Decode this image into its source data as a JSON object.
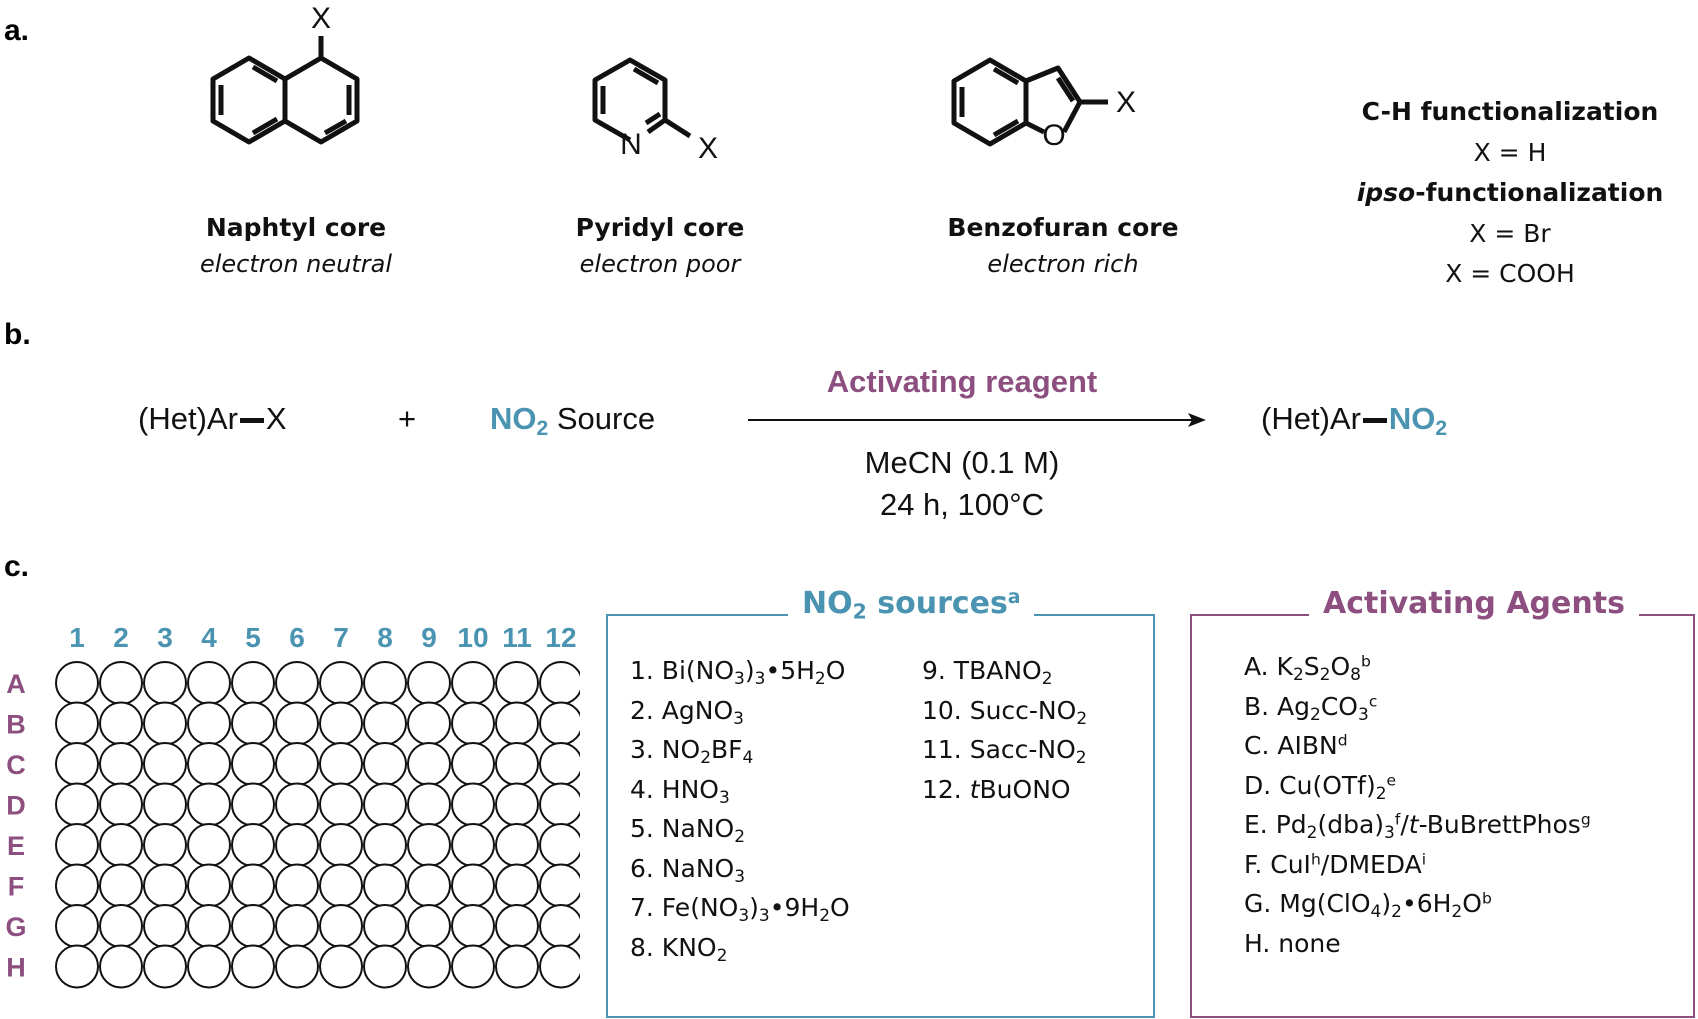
{
  "panels": {
    "a": "a.",
    "b": "b.",
    "c": "c."
  },
  "panel_a": {
    "cores": [
      {
        "name": "Naphtyl core",
        "subtitle": "electron neutral",
        "x_label": "X"
      },
      {
        "name": "Pyridyl core",
        "subtitle": "electron poor",
        "x_label": "X",
        "n_label": "N"
      },
      {
        "name": "Benzofuran core",
        "subtitle": "electron rich",
        "x_label": "X",
        "o_label": "O"
      }
    ],
    "reaction_types": {
      "ch_title": "C-H functionalization",
      "ch_value": "X = H",
      "ipso_italic": "ipso",
      "ipso_rest": "-functionalization",
      "ipso_value_1": "X = Br",
      "ipso_value_2": "X = COOH"
    }
  },
  "panel_b": {
    "reactant": "(Het)Ar",
    "reactant_x": "X",
    "plus": "+",
    "no2": "NO",
    "no2_sub": "2",
    "source": "Source",
    "arrow_top": "Activating reagent",
    "arrow_bottom_1": "MeCN (0.1 M)",
    "arrow_bottom_2": "24 h, 100°C",
    "product": "(Het)Ar",
    "product_no2": "NO",
    "product_no2_sub": "2"
  },
  "panel_c": {
    "plate": {
      "columns": [
        "1",
        "2",
        "3",
        "4",
        "5",
        "6",
        "7",
        "8",
        "9",
        "10",
        "11",
        "12"
      ],
      "rows": [
        "A",
        "B",
        "C",
        "D",
        "E",
        "F",
        "G",
        "H"
      ]
    },
    "no2_sources": {
      "title": "NO",
      "title_sub": "2",
      "title_rest": " sources",
      "title_sup": "a",
      "items": [
        {
          "pre": "1. Bi(NO",
          "s1": "3",
          "mid": ")",
          "s2": "3",
          "post": "•5H",
          "s3": "2",
          "end": "O"
        },
        {
          "pre": "2. AgNO",
          "s1": "3"
        },
        {
          "pre": "3. NO",
          "s1": "2",
          "mid": "BF",
          "s2": "4"
        },
        {
          "pre": "4. HNO",
          "s1": "3"
        },
        {
          "pre": "5. NaNO",
          "s1": "2"
        },
        {
          "pre": "6. NaNO",
          "s1": "3"
        },
        {
          "pre": "7. Fe(NO",
          "s1": "3",
          "mid": ")",
          "s2": "3",
          "post": "•9H",
          "s3": "2",
          "end": "O"
        },
        {
          "pre": "8. KNO",
          "s1": "2"
        },
        {
          "pre": "9. TBANO",
          "s1": "2"
        },
        {
          "pre": "10. Succ-NO",
          "s1": "2"
        },
        {
          "pre": "11. Sacc-NO",
          "s1": "2"
        },
        {
          "pre": "12. ",
          "italic": "t",
          "post": "BuONO"
        }
      ]
    },
    "activating_agents": {
      "title": "Activating Agents",
      "items": [
        {
          "pre": "A. K",
          "s1": "2",
          "mid": "S",
          "s2": "2",
          "post": "O",
          "s3": "8",
          "sup": "b"
        },
        {
          "pre": "B. Ag",
          "s1": "2",
          "mid": "CO",
          "s2": "3",
          "sup": "c"
        },
        {
          "pre": "C. AIBN",
          "sup": "d"
        },
        {
          "pre": "D. Cu(OTf)",
          "s1": "2",
          "sup": "e"
        },
        {
          "pre": "E. Pd",
          "s1": "2",
          "mid": "(dba)",
          "s2": "3",
          "sup": "f",
          "post": "/",
          "italic": "t",
          "end": "-BuBrettPhos",
          "sup2": "g"
        },
        {
          "pre": "F. CuI",
          "sup": "h",
          "post": "/DMEDA",
          "sup2": "i"
        },
        {
          "pre": "G. Mg(ClO",
          "s1": "4",
          "mid": ")",
          "s2": "2",
          "post": "•6H",
          "s3": "2",
          "end": "O",
          "sup": "b"
        },
        {
          "pre": "H. none"
        }
      ]
    }
  },
  "colors": {
    "teal": "#4a93b1",
    "purple": "#8c4f80",
    "ink": "#111111"
  }
}
